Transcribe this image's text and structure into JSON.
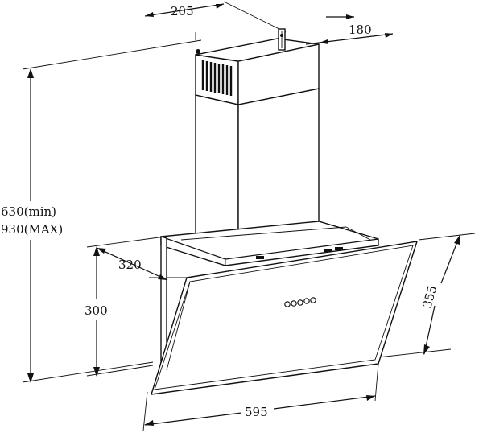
{
  "dimensions": {
    "chimney_width": "205",
    "chimney_depth": "180",
    "height_min": "630(min)",
    "height_max": "930(MAX)",
    "canopy_depth": "320",
    "canopy_height": "300",
    "glass_height": "355",
    "overall_width": "595"
  },
  "colors": {
    "line": "#111111",
    "background": "#ffffff"
  }
}
